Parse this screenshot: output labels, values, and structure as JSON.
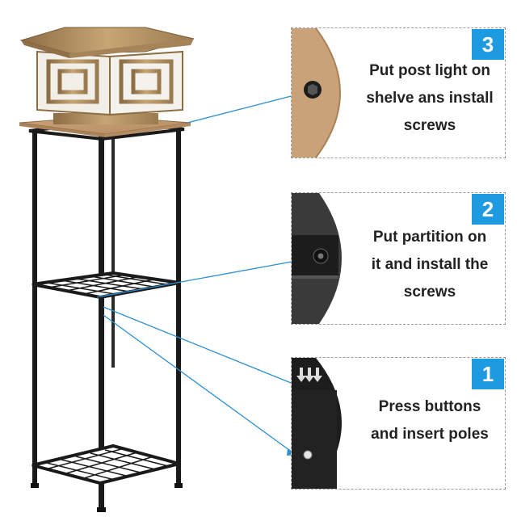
{
  "colors": {
    "accent": "#1e9ae0",
    "frame": "#1a1a1a",
    "brass": "#b08d5e",
    "wood": "#c9a27a"
  },
  "steps": [
    {
      "number": "3",
      "text_lines": [
        "Put post light on",
        "shelve ans install",
        "screws"
      ],
      "icon": "screw-icon"
    },
    {
      "number": "2",
      "text_lines": [
        "Put partition on",
        "it and install the",
        "screws"
      ],
      "icon": "screw-icon"
    },
    {
      "number": "1",
      "text_lines": [
        "Press buttons",
        "and insert poles"
      ],
      "icon": "arrow-down-icon"
    }
  ]
}
